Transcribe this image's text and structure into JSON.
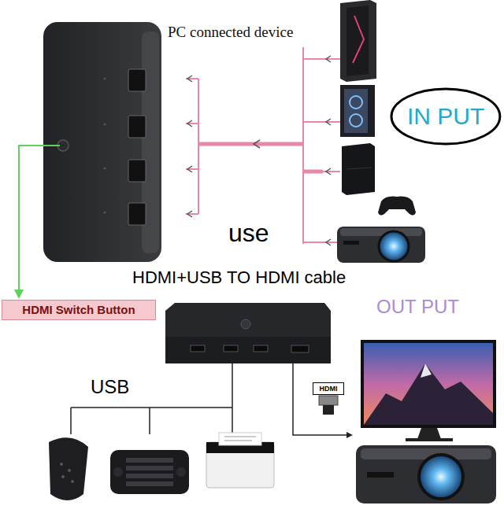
{
  "diagram": {
    "nodes": [
      {
        "text": [
          "IN PUT"
        ]
      },
      {
        "text": [
          "HDMI Switch Button"
        ]
      },
      {
        "text": [
          "HDMI"
        ]
      }
    ],
    "labels": [
      "PC connected device",
      "use",
      "HDMI+USB TO HDMI cable",
      "OUT PUT",
      "USB"
    ]
  }
}
